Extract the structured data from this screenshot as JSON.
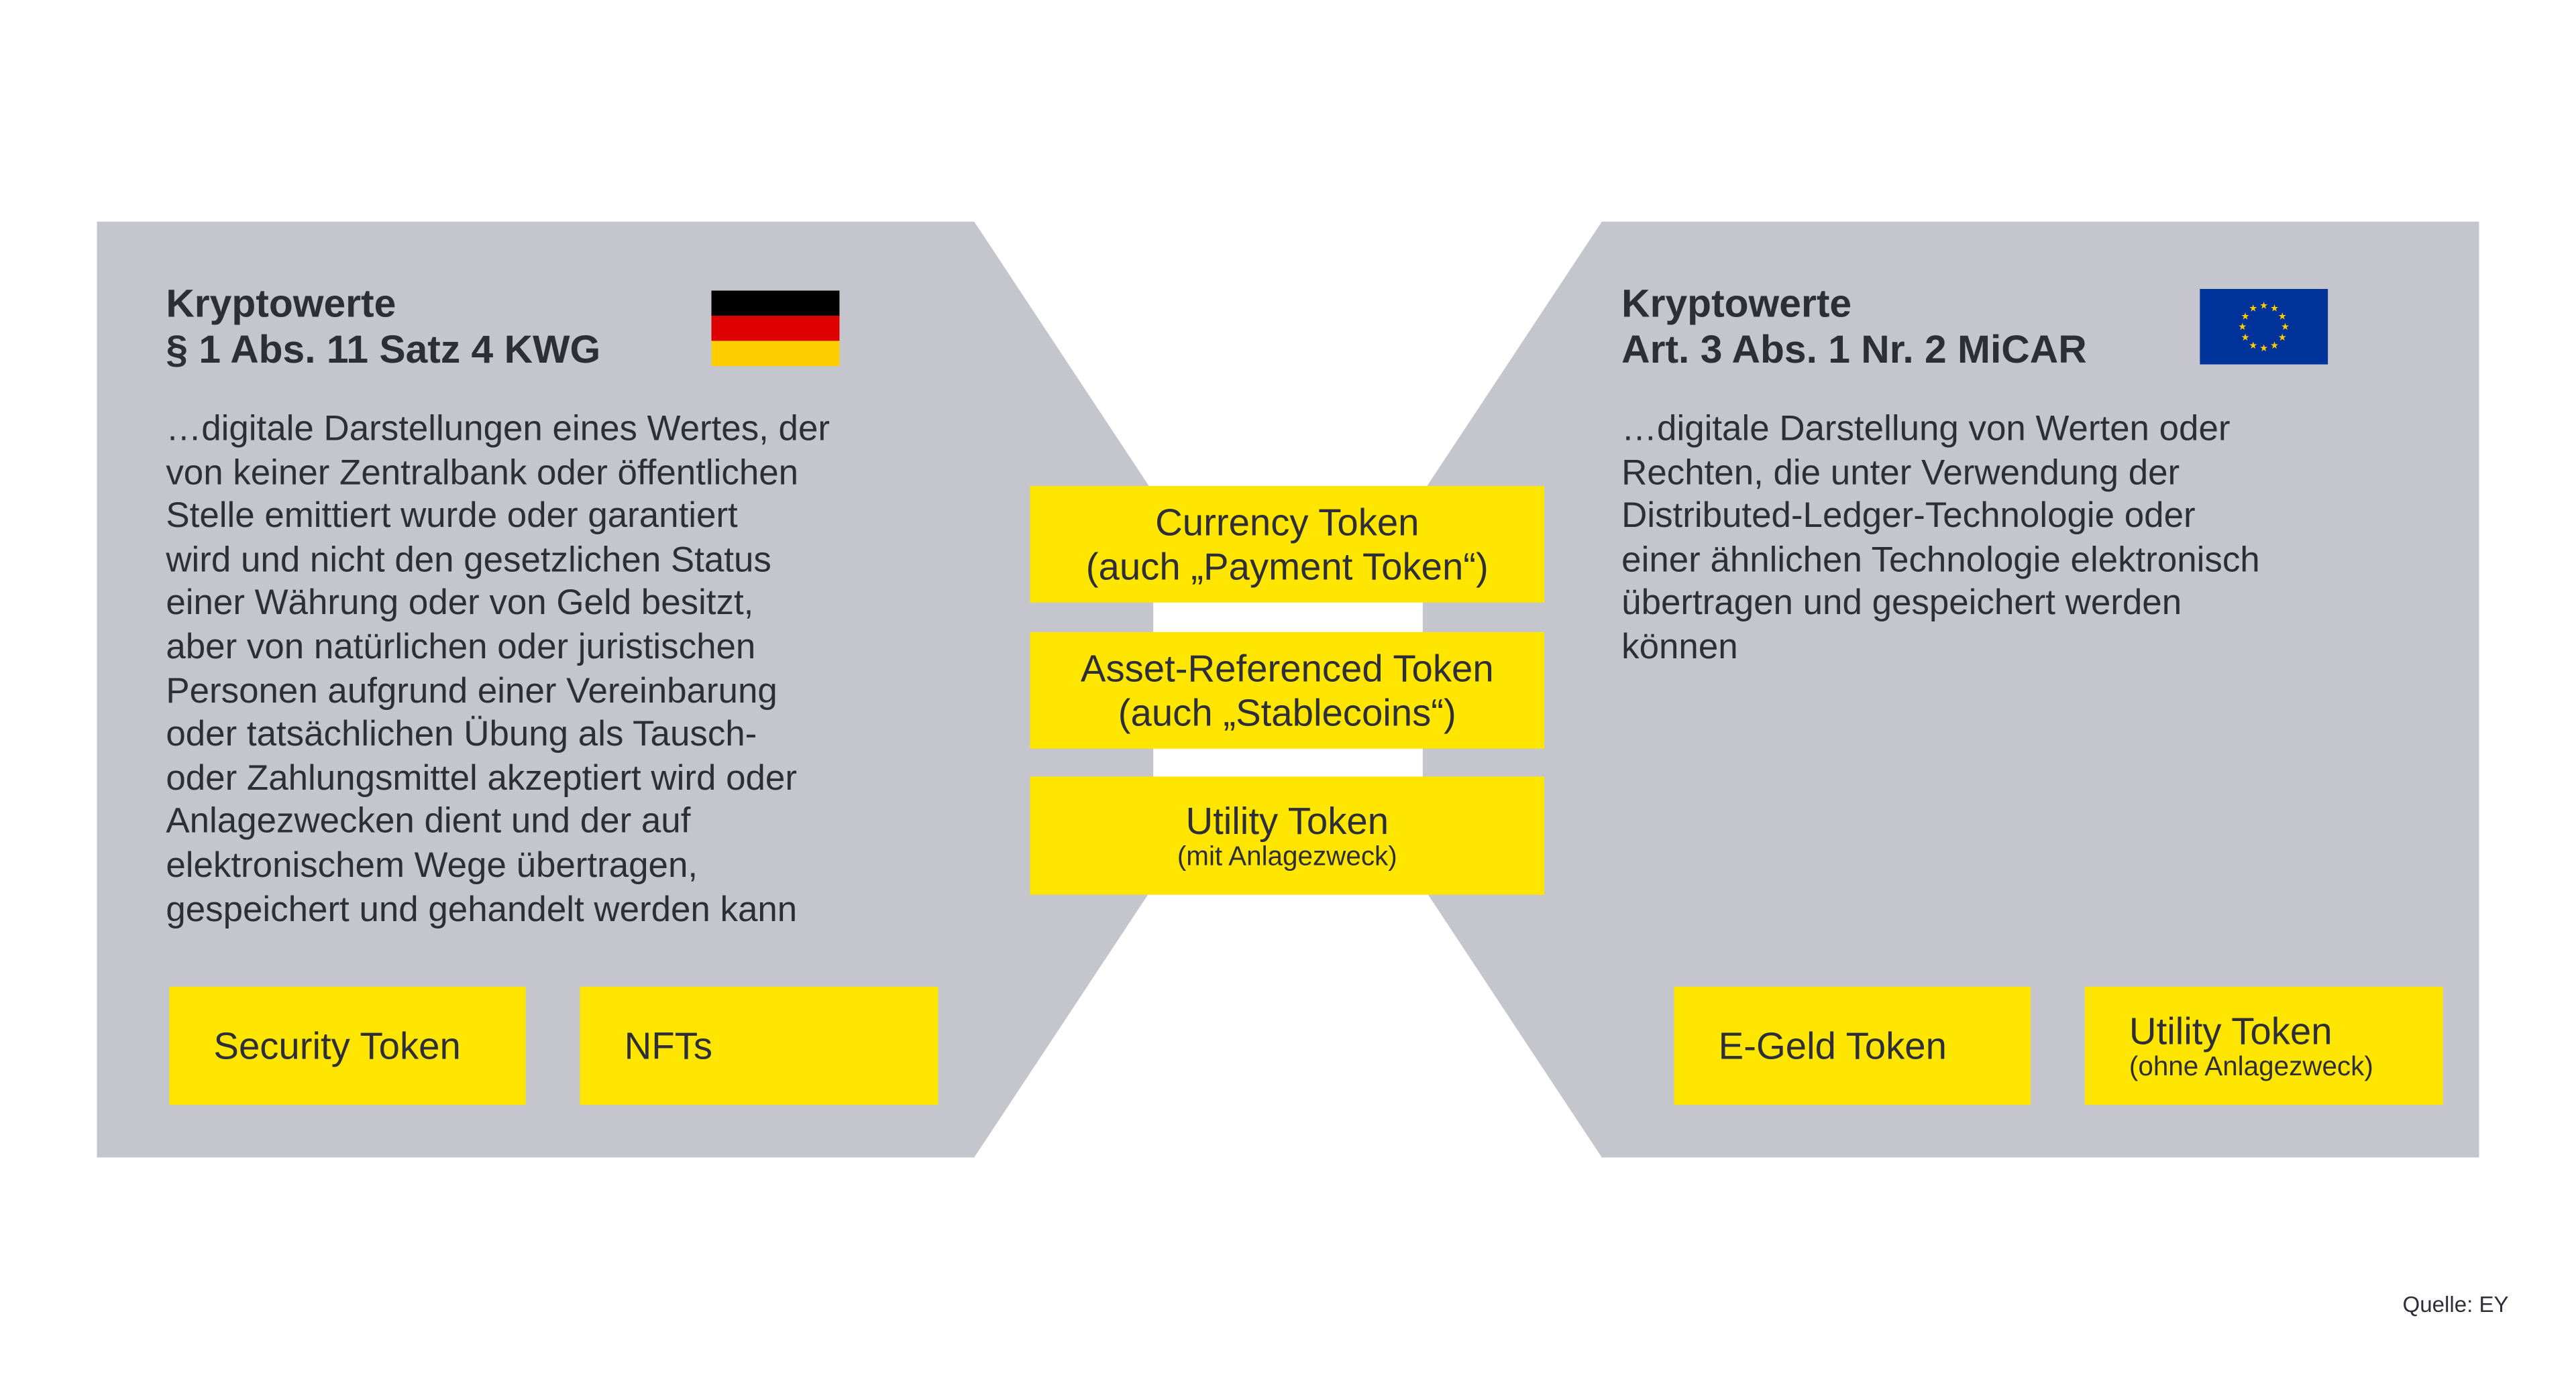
{
  "colors": {
    "panel": "#c4c5cd",
    "token": "#ffe600",
    "text": "#2e2e38"
  },
  "left": {
    "heading": [
      "Kryptowerte",
      "§ 1 Abs. 11 Satz 4 KWG"
    ],
    "flag": "germany-flag",
    "definition": [
      "…digitale Darstellungen eines Wertes, der",
      "von keiner Zentralbank oder öffentlichen",
      "Stelle emittiert wurde oder garantiert",
      "wird und nicht den gesetzlichen Status",
      "einer Währung oder von Geld besitzt,",
      "aber von natürlichen oder juristischen",
      "Personen aufgrund einer Vereinbarung",
      "oder tatsächlichen Übung als Tausch-",
      "oder Zahlungsmittel akzeptiert wird oder",
      "Anlagezwecken dient und der auf",
      "elektronischem Wege übertragen,",
      "gespeichert und gehandelt werden kann"
    ],
    "tokens": [
      {
        "title": "Security Token"
      },
      {
        "title": "NFTs"
      }
    ]
  },
  "right": {
    "heading": [
      "Kryptowerte",
      "Art. 3 Abs. 1 Nr. 2 MiCAR"
    ],
    "flag": "eu-flag",
    "definition": [
      "…digitale Darstellung von Werten oder",
      "Rechten, die unter Verwendung der",
      "Distributed-Ledger-Technologie oder",
      "einer ähnlichen Technologie elektronisch",
      "übertragen und gespeichert werden",
      "können"
    ],
    "tokens": [
      {
        "title": "E-Geld Token"
      },
      {
        "title": "Utility Token",
        "sub": "(ohne Anlagezweck)"
      }
    ]
  },
  "center": {
    "tokens": [
      {
        "title": "Currency Token",
        "line2": "(auch „Payment Token“)"
      },
      {
        "title": "Asset-Referenced Token",
        "line2": "(auch „Stablecoins“)"
      },
      {
        "title": "Utility Token",
        "sub": "(mit Anlagezweck)"
      }
    ]
  },
  "source": "Quelle: EY"
}
